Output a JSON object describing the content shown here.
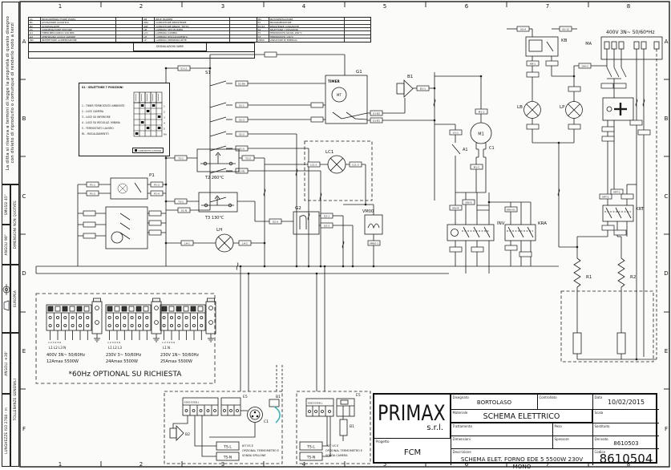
{
  "frame": {
    "cols": [
      "1",
      "2",
      "3",
      "4",
      "5",
      "6",
      "7",
      "8"
    ],
    "rows": [
      "A",
      "B",
      "C",
      "D",
      "E",
      "F"
    ]
  },
  "margin": {
    "notice_line1": "La ditta si riserva a termini di legge la proprietà di questo disegno",
    "notice_line2": "con divieto di riprodurlo o comunque di renderlo noto a terzi",
    "dim_title": "DIMENSIONI NON QUOTATE",
    "dim_smussi": "SMUSSI 45°",
    "dim_angoli": "ANGOLI 90°",
    "europea": "EUROPEA",
    "toll_title": "TOLLERANZE GENERALI",
    "toll_angoli": "ANGOLI ±30'",
    "toll_lunghezze": "LUNGHEZZE ISO 2768 - m"
  },
  "parts_table": {
    "g1": [
      [
        "A1",
        "MICROINTERRUTTORE PORTA",
        ""
      ],
      [
        "B1",
        "AVVISATORE ACUSTICO",
        ""
      ],
      [
        "B2",
        "ALTOPARLANTE",
        ""
      ],
      [
        "C1",
        "CONDENSATORE MOTORE",
        ""
      ],
      [
        "G1",
        "TIMER MECCANICO 120 MIN.",
        ""
      ],
      [
        "G2",
        "CENTRALINA ACQUA VAPORE",
        ""
      ],
      [
        "INV",
        "INVERTITORE ALIMENTAZIONE",
        ""
      ]
    ],
    "g2": [
      [
        "KB",
        "RELE' BUZZER",
        ""
      ],
      [
        "KRA",
        "CONTATTORE RESISTENZE",
        ""
      ],
      [
        "KRT",
        "CONTATTORE RESIST. TETTO",
        ""
      ],
      [
        "LB",
        "LAMPADA SPIA BUZZER",
        ""
      ],
      [
        "LC1",
        "LAMPADA CAMERA",
        ""
      ],
      [
        "LH",
        "LAMPADA RISCALDAMENTO",
        ""
      ],
      [
        "LP",
        "LAMPADA PRESENZA RETE",
        ""
      ]
    ],
    "g3": [
      [
        "M1",
        "MOTOVENTILATORE",
        ""
      ],
      [
        "P1",
        "PROGRAMMATORE",
        ""
      ],
      [
        "R1 R2",
        "RESISTENZE CORAZZATE",
        ""
      ],
      [
        "S1",
        "SELETTORE 7 POSIZIONI",
        ""
      ],
      [
        "T2",
        "TERMOSTATO SICUR. 260°C",
        ""
      ],
      [
        "T3",
        "TERMOSTATO 130°C",
        ""
      ],
      [
        "VM00",
        "VARIATORE DI ENERGIA",
        ""
      ]
    ],
    "footer": "SEGNALAZIONI VARIE"
  },
  "selector_legend": {
    "title": "S1 - SELETTORE 7 POSIZIONI",
    "rows": [
      "1 - TIMER TERMOSTATO AMBIENTE",
      "2 - LUCE CAMERA",
      "3 - LUCE SU INFERIORE",
      "4 - LUCE SU REGOLAZ. MINIMA",
      "5 - TERMOSTATO LAVORO",
      "RL - RISCALDAMENTO"
    ],
    "indices": [
      "1",
      "2",
      "3",
      "4",
      "5",
      "RA"
    ],
    "closed_note": "CONTATTO CHIUSO"
  },
  "labels": {
    "supply": "400V  3N~  50/60*Hz",
    "ma": "MA",
    "kb": "KB",
    "lb": "LB",
    "lp": "LP",
    "s1": "S1",
    "g1": "G1",
    "timer": "TIMER",
    "mt": "MT",
    "b1": "B1",
    "m1": "M1",
    "c1": "C1",
    "a1": "A1",
    "lc1": "LC1",
    "t2": "T2  260°C",
    "t3": "T3  130°C",
    "g2": "G2",
    "lh": "LH",
    "p1": "P1",
    "vm00": "VM00",
    "inv": "INV",
    "kra": "KRA",
    "krt": "KRT",
    "r1": "R1",
    "r2": "R2"
  },
  "wire_labels": [
    "S1-L1",
    "S1-N",
    "S1-RA",
    "S1-1",
    "S1-3",
    "S1-2",
    "S1-5",
    "S1-RL",
    "T2-1",
    "T2-2",
    "T3-1",
    "T3-2",
    "LH-1",
    "LH-2",
    "G2-A",
    "G2-1",
    "G2-2",
    "LC1-1",
    "LC1-2",
    "G1-B2",
    "G1-B1",
    "B1-1",
    "M1-1",
    "M1-C",
    "A1-1",
    "INV-R",
    "INV-S",
    "KRA-A1",
    "KB-1",
    "A5-4",
    "A5-15",
    "19A-2",
    "KRT-1",
    "KRT-2",
    "VM00-1",
    "P1-1",
    "P1-2",
    "P1-3",
    "P1-4"
  ],
  "power_options": {
    "options": [
      {
        "volt": "400V 3N~ 50/60Hz",
        "amp": "12Amax 5500W",
        "terms": "1  2  3  4  5  6",
        "wires": "L1  L2  L3  N"
      },
      {
        "volt": "230V 3~ 50/60Hz",
        "amp": "24Amax 5500W",
        "terms": "1  2  3  4  5  6",
        "wires": "L1  L2  L3"
      },
      {
        "volt": "230V 1N~ 50/60Hz",
        "amp": "25Amax 5500W",
        "terms": "1  2  3  4  5  6",
        "wires": "L1          N"
      }
    ],
    "note": "*60Hz  OPTIONAL SU RICHIESTA"
  },
  "kits": [
    {
      "strip": "EDE5 EVEN.L",
      "corner": "E5",
      "b2": "B2",
      "c1": "C1",
      "b1": "B1",
      "ts_l": "TS-L",
      "ts_n": "TS-N",
      "cap1": "KIT ES E",
      "cap2": "OPZIONAL TERMOMETRO E",
      "cap3": "SONDA SPILLONE"
    },
    {
      "strip": "EDE5 EVEN.L",
      "corner": "E5",
      "b1": "B1",
      "ts_l": "TS-L",
      "ts_n": "TS-N",
      "cap1": "KIT VC E",
      "cap2": "OPZIONAL TERMOMETRO E",
      "cap3": "SONDA CAMERA"
    }
  ],
  "title_block": {
    "logo": "PRIMAX",
    "logo_sub": "s.r.l.",
    "progetto_label": "Progetto",
    "progetto": "FCM",
    "disegnato_label": "Disegnato",
    "disegnato": "BORTOLASO",
    "controllato_label": "Controllato",
    "controllato": "",
    "data_label": "Data",
    "data": "10/02/2015",
    "materiale_label": "Materiale",
    "materiale": "SCHEMA ELETTRICO",
    "scala_label": "Scala",
    "scala": "",
    "trattamento_label": "Trattamento",
    "trattamento": "",
    "peso_label": "Peso",
    "peso": "",
    "sostituito_label": "Sostituito",
    "sostituito": "",
    "dimensioni_label": "Dimensioni",
    "dimensioni": "",
    "spessore_label": "Spessore",
    "spessore": "",
    "derivato_label": "Derivato",
    "derivato": "8610503",
    "descrizione_label": "Descrizione",
    "descrizione": "SCHEMA ELET. FORNO EDE 5 5500W 230V MONO",
    "codice_label": "Codice",
    "codice": "8610504"
  }
}
